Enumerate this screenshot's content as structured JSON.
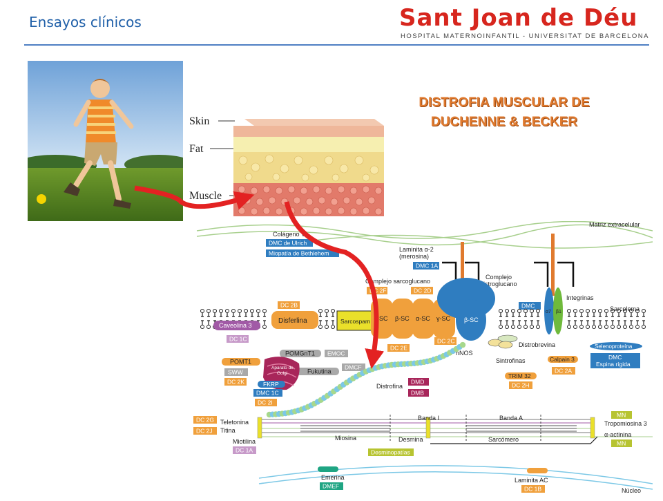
{
  "header": {
    "title": "Ensayos clínicos",
    "logo_name": "Sant Joan de Déu",
    "logo_subtitle": "HOSPITAL MATERNOINFANTIL - UNIVERSITAT DE BARCELONA"
  },
  "slide_title": {
    "line1": "DISTROFIA MUSCULAR DE",
    "line2": "DUCHENNE & BECKER"
  },
  "skin_layers": {
    "skin": "Skin",
    "fat": "Fat",
    "muscle": "Muscle"
  },
  "diagram": {
    "matriz": "Matriz extracelular",
    "colageno": "Colágeno VI",
    "dmc_ulrich": "DMC de Ulrich",
    "miopatia": "Miopatía de Bethlehem",
    "laminita": "Laminita α-2",
    "merosina": "(merosina)",
    "dmc1a": "DMC 1A",
    "complejo_distro_1": "Complejo",
    "complejo_distro_2": "distroglucano",
    "integrinas": "Integrinas",
    "dmc": "DMC",
    "a7": "α7",
    "b1": "β1",
    "sarcolema": "Sarcolema",
    "complejo_sarco": "Complejo sarcoglucano",
    "dc2f": "DC 2F",
    "dc2d": "DC 2D",
    "dc2b": "DC 2B",
    "disferlina": "Disferlina",
    "sarcospam": "Sarcospam",
    "caveolina": "Caveolina 3",
    "dc1c": "DC 1C",
    "dsc": "δ-SC",
    "bsc": "β-SC",
    "asc": "α-SC",
    "gsc": "γ-SC",
    "bsc2": "β-SC",
    "dc2e": "DC 2E",
    "dc2c": "DC 2C",
    "selenoproteina": "Selenoproteína",
    "dmc_espina_1": "DMC",
    "dmc_espina_2": "Espina rígida",
    "distrobrevina": "Distrobrevina",
    "nnos": "nNOS",
    "sintrofinas": "Sintrofinas",
    "calpain3": "Calpain 3",
    "dc2a": "DC 2A",
    "trim32": "TRIM 32",
    "dc2h": "DC 2H",
    "pomt1": "POMT1",
    "sww": "SWW",
    "dc2k": "DC 2K",
    "pomgnt1": "POMGnT1",
    "emoc": "EMOC",
    "fukutina": "Fukutina",
    "dmcf": "DMCF",
    "golgi_1": "Aparato de",
    "golgi_2": "Golgi",
    "fkrp": "FKRP",
    "dmc1c": "DMC 1C",
    "dc2i": "DC 2I",
    "distrofina": "Distrofina",
    "dmd": "DMD",
    "dmb": "DMB",
    "dc2g": "DC 2G",
    "dc2j": "DC 2J",
    "teletonina": "Teletonina",
    "titina": "Titina",
    "miotilina": "Miotilina",
    "dc1a": "DC 1A",
    "banda_i": "Banda I",
    "banda_a": "Banda A",
    "miosina": "Miosina",
    "desmina": "Desmina",
    "sarcomero": "Sarcómero",
    "desminopatias": "Desminopatías",
    "mn1": "MN",
    "tropomiosina": "Tropomiosina 3",
    "actinina": "α-actinina",
    "mn2": "MN",
    "emerina": "Emerina",
    "dmef": "DMEF",
    "laminita_ac": "Laminita AC",
    "dc1b": "DC 1B",
    "nucleo": "Núcleo"
  },
  "colors": {
    "accent_blue": "#1f5fa8",
    "title_orange": "#e07a2e",
    "arrow_red": "#e32222",
    "tag_blue": "#2f7dc0",
    "tag_orange": "#f0a03c",
    "tag_purple": "#a15aa6",
    "tag_gray": "#a9a9a9",
    "tag_maroon": "#a8265a",
    "tag_green": "#b7c431",
    "tag_teal": "#1fa583"
  }
}
